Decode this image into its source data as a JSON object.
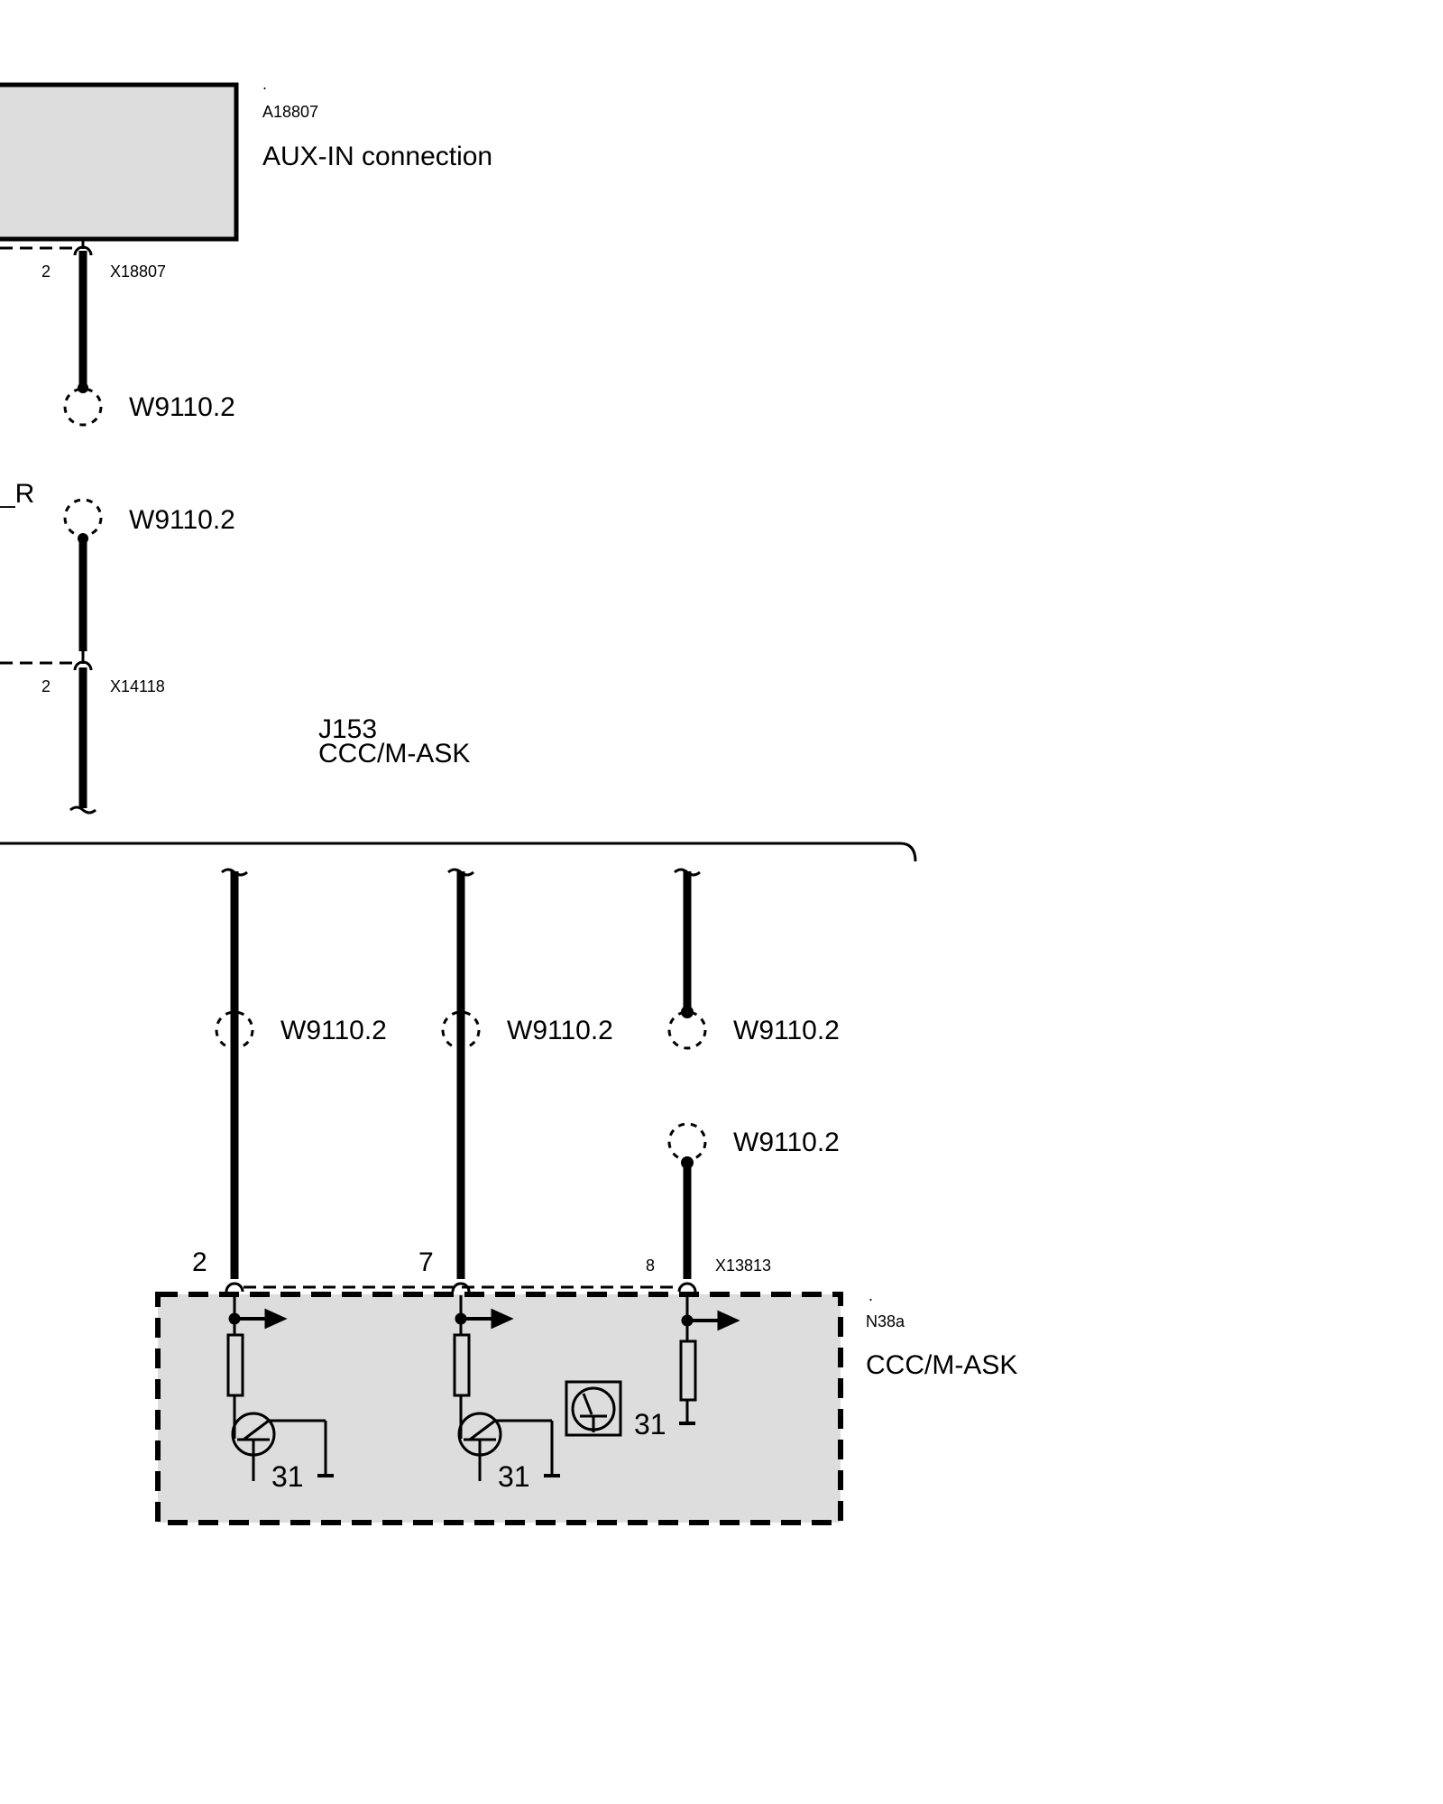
{
  "components": {
    "aux_in": {
      "dot": ".",
      "id": "A18807",
      "name": "AUX-IN connection"
    },
    "ccc_bottom": {
      "dot": ".",
      "id": "N38a",
      "name": "CCC/M-ASK"
    },
    "ccc_ref": {
      "id": "J153",
      "name": "CCC/M-ASK"
    }
  },
  "connectors": {
    "x18807": {
      "pin": "2",
      "id": "X18807"
    },
    "x14118": {
      "pin": "2",
      "id": "X14118"
    },
    "x13813": {
      "pins": [
        "2",
        "7",
        "8"
      ],
      "id": "X13813"
    }
  },
  "wires": {
    "top_1": "W9110.2",
    "top_2": "W9110.2",
    "bottom_1": "W9110.2",
    "bottom_2": "W9110.2",
    "bottom_3": "W9110.2",
    "bottom_4": "W9110.2"
  },
  "signal_label": "_R",
  "ground_labels": [
    "31",
    "31",
    "31"
  ],
  "colors": {
    "module_fill": "#dddddd",
    "line": "#000000"
  }
}
